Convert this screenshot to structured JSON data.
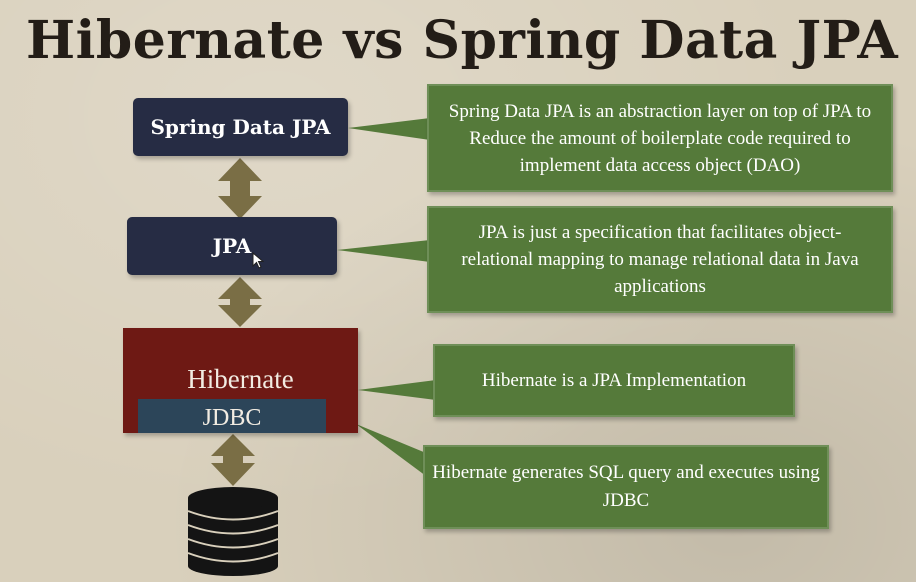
{
  "title": "Hibernate vs Spring Data JPA",
  "layers": {
    "spring_data_jpa": "Spring Data JPA",
    "jpa": "JPA",
    "hibernate": "Hibernate",
    "jdbc": "JDBC"
  },
  "notes": {
    "spring_data_jpa": "Spring Data JPA is an abstraction layer on top of JPA to Reduce the amount of boilerplate code required to implement data access object (DAO)",
    "jpa": "JPA is just a specification that facilitates object-relational mapping to manage relational data in Java applications",
    "hibernate": "Hibernate is a JPA Implementation",
    "jdbc": "Hibernate generates SQL query and executes using JDBC"
  },
  "colors": {
    "navy_box": "#262c44",
    "hibernate_box": "#6e1914",
    "jdbc_box": "#2c4559",
    "note_green": "#557a3a",
    "arrow_olive": "#7a6e45",
    "background": "#d9d0bc"
  },
  "icons": {
    "database": "database-icon",
    "cursor": "mouse-cursor-icon"
  }
}
